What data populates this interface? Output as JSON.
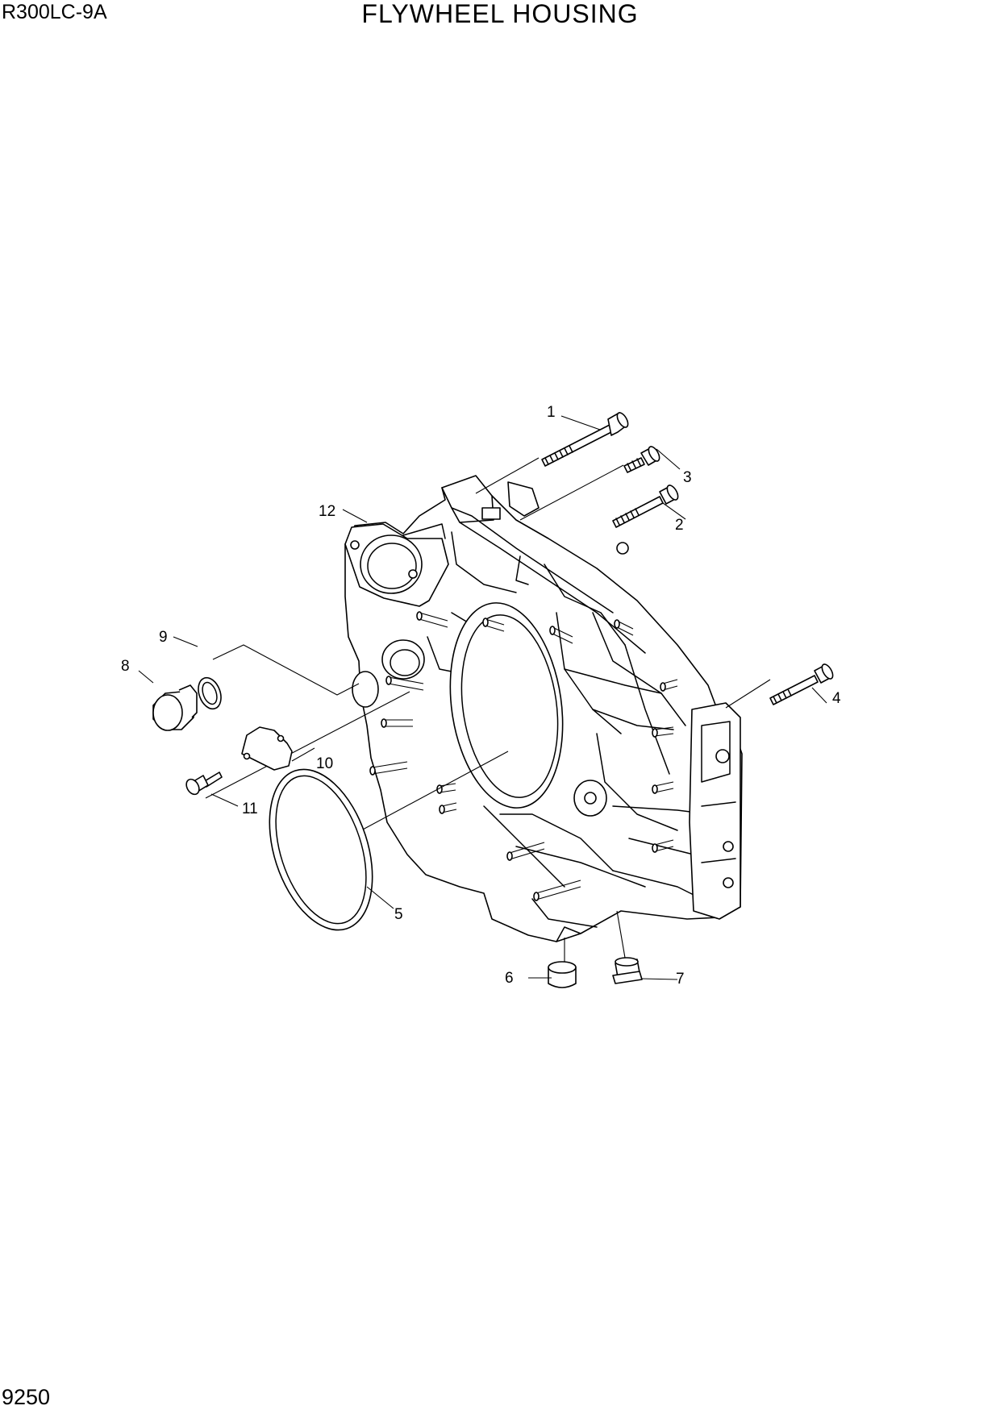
{
  "header": {
    "model": "R300LC-9A",
    "title": "FLYWHEEL HOUSING"
  },
  "footer": {
    "page_number": "9250"
  },
  "callouts": [
    "1",
    "2",
    "3",
    "4",
    "5",
    "6",
    "7",
    "8",
    "9",
    "10",
    "11",
    "12"
  ]
}
